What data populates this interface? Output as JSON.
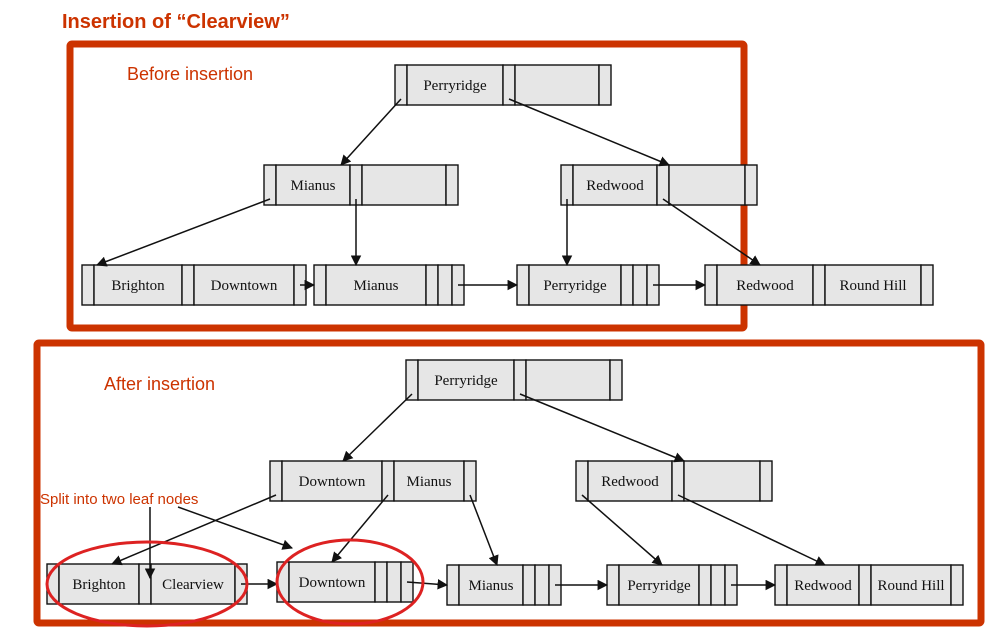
{
  "title": "Insertion of “Clearview”",
  "colors": {
    "accent": "#cc3300",
    "node_fill": "#e6e6e6",
    "ellipse": "#dd2222"
  },
  "before": {
    "label": "Before insertion",
    "root": [
      "Perryridge",
      ""
    ],
    "internal": [
      [
        "Mianus",
        ""
      ],
      [
        "Redwood",
        ""
      ]
    ],
    "leaves": [
      [
        "Brighton",
        "Downtown"
      ],
      [
        "Mianus",
        ""
      ],
      [
        "Perryridge",
        ""
      ],
      [
        "Redwood",
        "Round Hill"
      ]
    ]
  },
  "after": {
    "label": "After insertion",
    "root": [
      "Perryridge",
      ""
    ],
    "internal": [
      [
        "Downtown",
        "Mianus"
      ],
      [
        "Redwood",
        ""
      ]
    ],
    "leaves": [
      [
        "Brighton",
        "Clearview"
      ],
      [
        "Downtown",
        ""
      ],
      [
        "Mianus",
        ""
      ],
      [
        "Perryridge",
        ""
      ],
      [
        "Redwood",
        "Round Hill"
      ]
    ],
    "annotation": "Split into two leaf nodes"
  }
}
